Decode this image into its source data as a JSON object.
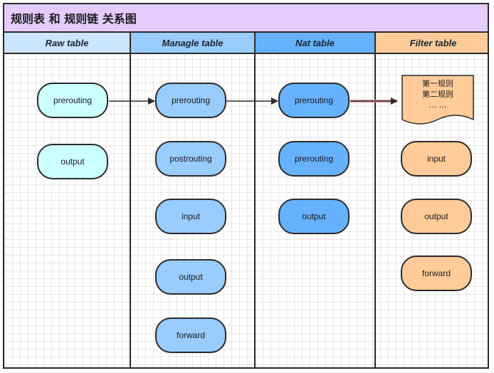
{
  "title": "规则表 和 规则链 关系图",
  "columns": [
    {
      "header": "Raw table",
      "color": "#cce5ff"
    },
    {
      "header": "Managle table",
      "color": "#99ccff"
    },
    {
      "header": "Nat table",
      "color": "#66b2ff"
    },
    {
      "header": "Filter table",
      "color": "#ffcc99"
    }
  ],
  "raw_chains": [
    "prerouting",
    "output"
  ],
  "mangle_chains": [
    "prerouting",
    "postrouting",
    "input",
    "output",
    "forward"
  ],
  "nat_chains": [
    "prerouting",
    "prerouting",
    "output"
  ],
  "filter_rules": [
    "第一规则",
    "第二规则",
    "... ..."
  ],
  "filter_chains": [
    "input",
    "output",
    "forward"
  ]
}
